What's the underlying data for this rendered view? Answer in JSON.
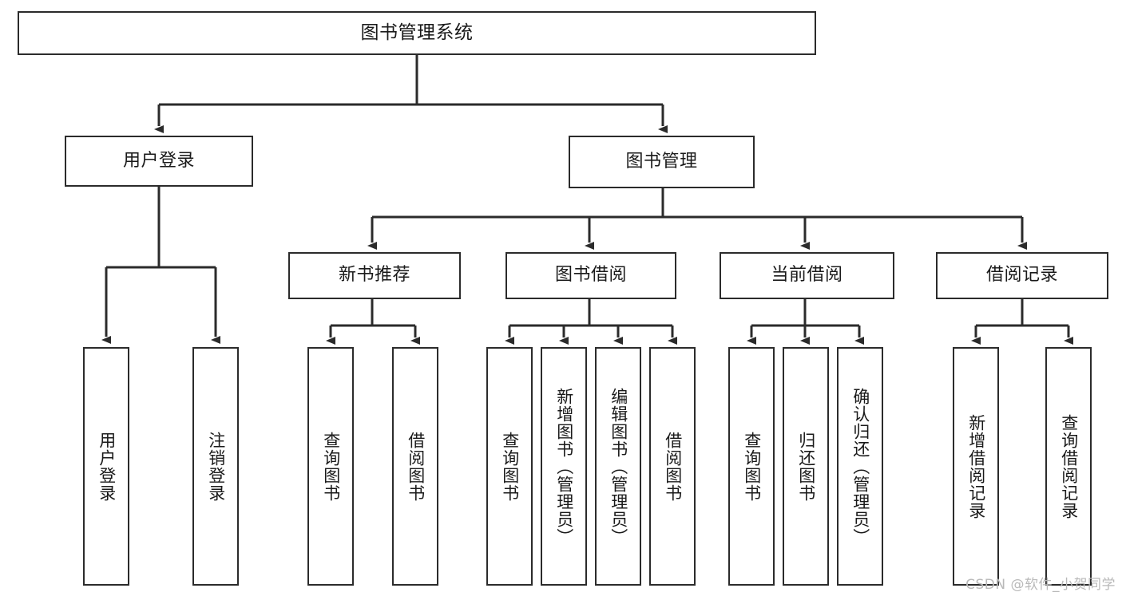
{
  "diagram": {
    "title": "图书管理系统",
    "type": "tree",
    "orientation": "top-down",
    "colors": {
      "box_border": "#2b2b2b",
      "box_fill": "#ffffff",
      "connector": "#2b2b2b",
      "text": "#1a1a1a",
      "watermark": "#b9b9b9",
      "background": "#ffffff"
    },
    "root": {
      "id": "root",
      "label": "图书管理系统"
    },
    "level2": [
      {
        "id": "user-login",
        "label": "用户登录"
      },
      {
        "id": "book-management",
        "label": "图书管理"
      }
    ],
    "level3": [
      {
        "id": "new-book-recommend",
        "label": "新书推荐",
        "parent": "book-management"
      },
      {
        "id": "book-borrow",
        "label": "图书借阅",
        "parent": "book-management"
      },
      {
        "id": "current-borrow",
        "label": "当前借阅",
        "parent": "book-management"
      },
      {
        "id": "borrow-record",
        "label": "借阅记录",
        "parent": "book-management"
      }
    ],
    "leaves": [
      {
        "id": "leaf-user-login",
        "label": "用户登录",
        "parent": "user-login"
      },
      {
        "id": "leaf-logout",
        "label": "注销登录",
        "parent": "user-login"
      },
      {
        "id": "leaf-query-book-1",
        "label": "查询图书",
        "parent": "new-book-recommend"
      },
      {
        "id": "leaf-borrow-book-1",
        "label": "借阅图书",
        "parent": "new-book-recommend"
      },
      {
        "id": "leaf-query-book-2",
        "label": "查询图书",
        "parent": "book-borrow"
      },
      {
        "id": "leaf-add-book",
        "label": "新增图书（管理员）",
        "parent": "book-borrow"
      },
      {
        "id": "leaf-edit-book",
        "label": "编辑图书（管理员）",
        "parent": "book-borrow"
      },
      {
        "id": "leaf-borrow-book-2",
        "label": "借阅图书",
        "parent": "book-borrow"
      },
      {
        "id": "leaf-query-book-3",
        "label": "查询图书",
        "parent": "current-borrow"
      },
      {
        "id": "leaf-return-book",
        "label": "归还图书",
        "parent": "current-borrow"
      },
      {
        "id": "leaf-confirm-return",
        "label": "确认归还（管理员）",
        "parent": "current-borrow"
      },
      {
        "id": "leaf-add-record",
        "label": "新增借阅记录",
        "parent": "borrow-record"
      },
      {
        "id": "leaf-query-record",
        "label": "查询借阅记录",
        "parent": "borrow-record"
      }
    ],
    "watermark": "CSDN @软件_小贺同学"
  }
}
